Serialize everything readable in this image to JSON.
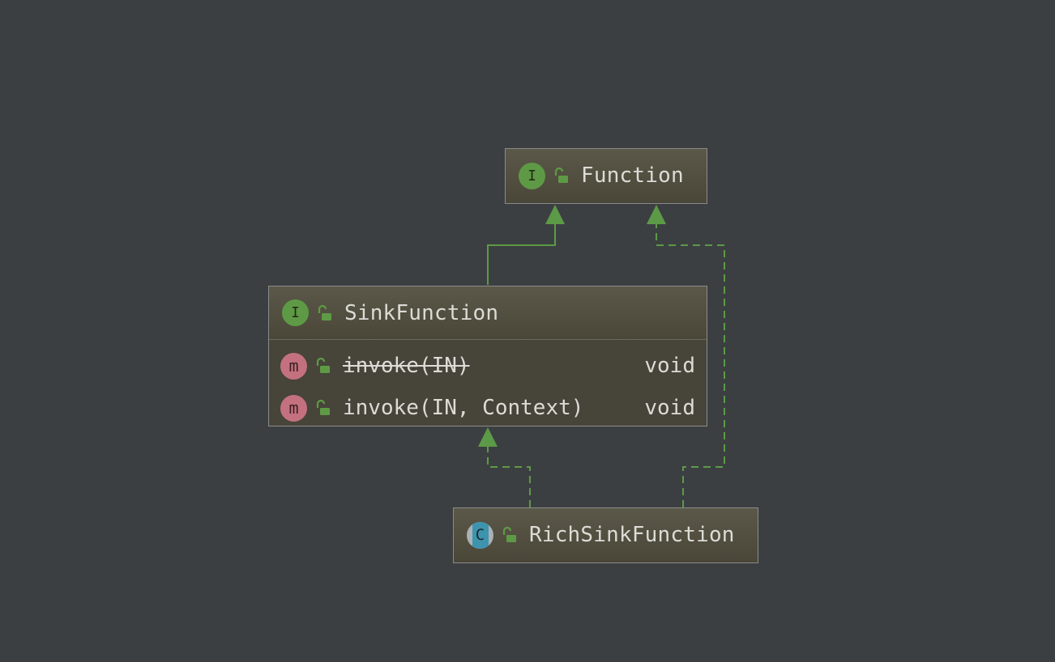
{
  "colors": {
    "background": "#3c3f41",
    "node_fill": "#47443a",
    "node_border": "#8a8a8a",
    "edge": "#5c9a48",
    "interface_badge": "#5e9a45",
    "method_badge": "#c4717f",
    "class_badge": "#3f94ad",
    "text": "#dcdcd6"
  },
  "nodes": {
    "function": {
      "title": "Function",
      "kind_badge": "I",
      "kind": "interface"
    },
    "sink_function": {
      "title": "SinkFunction",
      "kind_badge": "I",
      "kind": "interface",
      "members": [
        {
          "badge": "m",
          "signature": "invoke(IN)",
          "return_type": "void",
          "deprecated": true
        },
        {
          "badge": "m",
          "signature": "invoke(IN, Context)",
          "return_type": "void",
          "deprecated": false
        }
      ]
    },
    "rich_sink_function": {
      "title": "RichSinkFunction",
      "kind_badge": "C",
      "kind": "abstract-class"
    }
  },
  "edges": [
    {
      "from": "SinkFunction",
      "to": "Function",
      "relation": "extends",
      "style": "solid"
    },
    {
      "from": "RichSinkFunction",
      "to": "SinkFunction",
      "relation": "implements",
      "style": "dashed"
    },
    {
      "from": "RichSinkFunction",
      "to": "Function",
      "relation": "implements",
      "style": "dashed"
    }
  ],
  "icons": {
    "interface": "interface-icon",
    "method": "method-icon",
    "class": "abstract-class-icon",
    "visibility": "public-unlock-icon"
  }
}
